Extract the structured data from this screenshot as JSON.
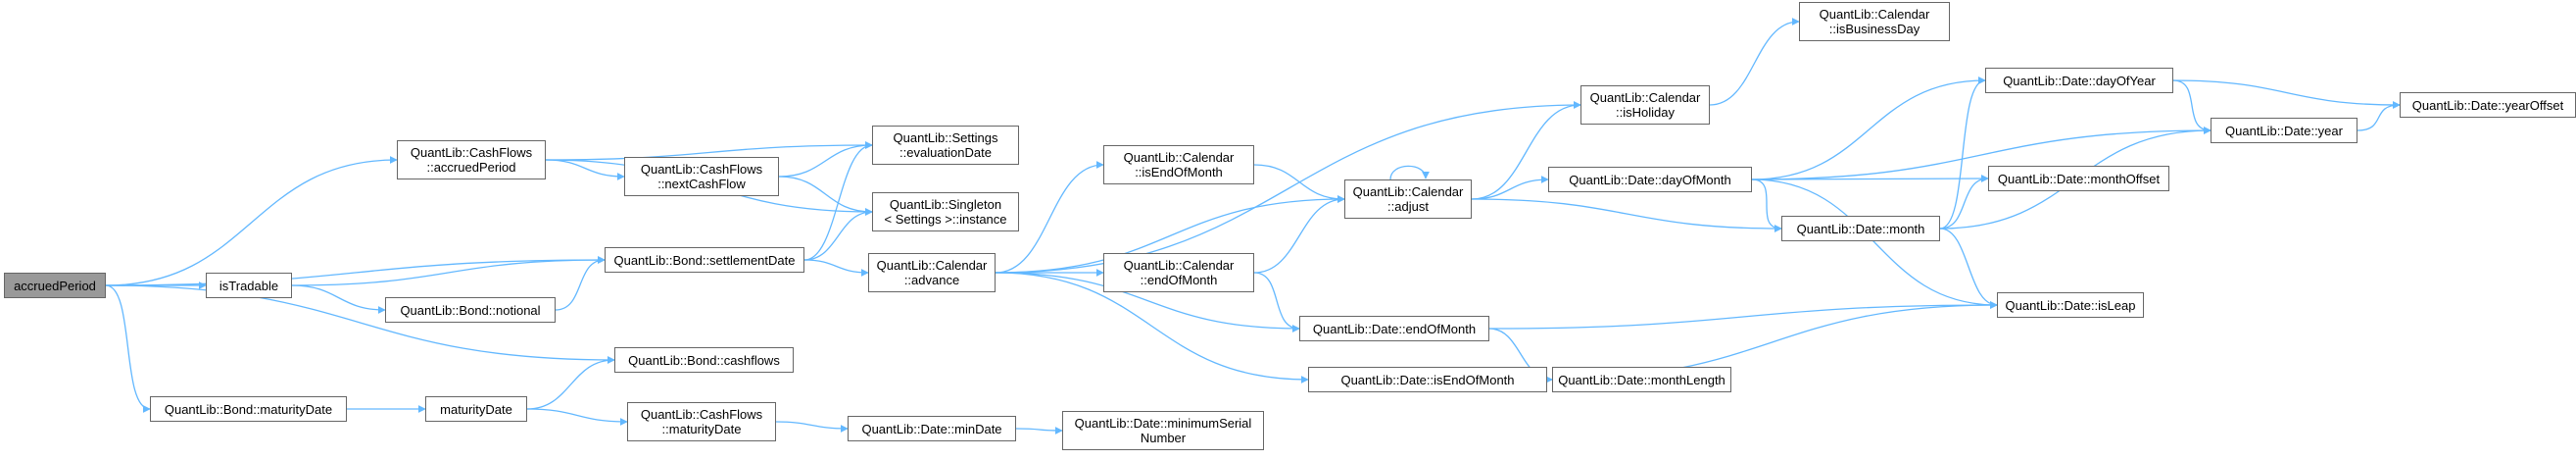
{
  "graph": {
    "edge_color": "#63b8ff",
    "node_border_color": "#666666",
    "root_fill_color": "#999999",
    "nodes": {
      "root": [
        "accruedPeriod"
      ],
      "cf_accruedPeriod": [
        "QuantLib::CashFlows",
        "::accruedPeriod"
      ],
      "isTradable": [
        "isTradable"
      ],
      "bond_maturityDate": [
        "QuantLib::Bond::maturityDate"
      ],
      "bond_settlementDate": [
        "QuantLib::Bond::settlementDate"
      ],
      "bond_cashflows": [
        "QuantLib::Bond::cashflows"
      ],
      "bond_notional": [
        "QuantLib::Bond::notional"
      ],
      "maturityDate": [
        "maturityDate"
      ],
      "cf_nextCashFlow": [
        "QuantLib::CashFlows",
        "::nextCashFlow"
      ],
      "settings_evaluationDate": [
        "QuantLib::Settings",
        "::evaluationDate"
      ],
      "singleton_instance": [
        "QuantLib::Singleton",
        "< Settings >::instance"
      ],
      "cf_maturityDate": [
        "QuantLib::CashFlows",
        "::maturityDate"
      ],
      "cal_advance": [
        "QuantLib::Calendar",
        "::advance"
      ],
      "date_minDate": [
        "QuantLib::Date::minDate"
      ],
      "date_minimumSerialNumber": [
        "QuantLib::Date::minimumSerial",
        "Number"
      ],
      "cal_isEndOfMonth": [
        "QuantLib::Calendar",
        "::isEndOfMonth"
      ],
      "cal_endOfMonth": [
        "QuantLib::Calendar",
        "::endOfMonth"
      ],
      "cal_adjust": [
        "QuantLib::Calendar",
        "::adjust"
      ],
      "cal_isHoliday": [
        "QuantLib::Calendar",
        "::isHoliday"
      ],
      "cal_isBusinessDay": [
        "QuantLib::Calendar",
        "::isBusinessDay"
      ],
      "date_endOfMonth": [
        "QuantLib::Date::endOfMonth"
      ],
      "date_isEndOfMonth": [
        "QuantLib::Date::isEndOfMonth"
      ],
      "date_dayOfMonth": [
        "QuantLib::Date::dayOfMonth"
      ],
      "date_month": [
        "QuantLib::Date::month"
      ],
      "date_monthLength": [
        "QuantLib::Date::monthLength"
      ],
      "date_dayOfYear": [
        "QuantLib::Date::dayOfYear"
      ],
      "date_year": [
        "QuantLib::Date::year"
      ],
      "date_monthOffset": [
        "QuantLib::Date::monthOffset"
      ],
      "date_isLeap": [
        "QuantLib::Date::isLeap"
      ],
      "date_yearOffset": [
        "QuantLib::Date::yearOffset"
      ]
    }
  }
}
